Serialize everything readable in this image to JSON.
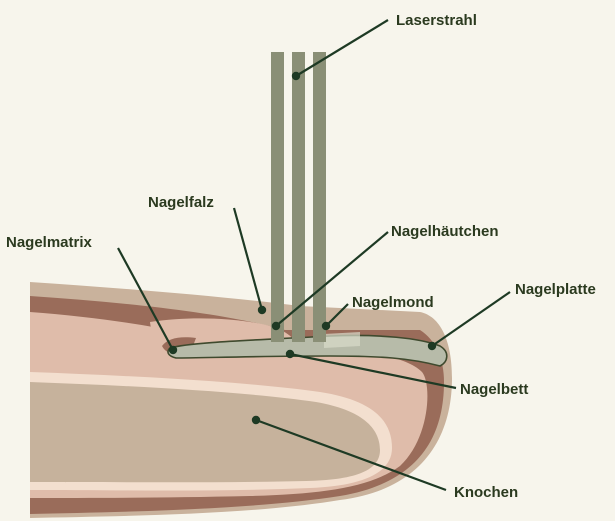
{
  "labels": {
    "laserstrahl": "Laserstrahl",
    "nagelfalz": "Nagelfalz",
    "nagelhaeutchen": "Nagelhäutchen",
    "nagelmatrix": "Nagelmatrix",
    "nagelmond": "Nagelmond",
    "nagelplatte": "Nagelplatte",
    "nagelbett": "Nagelbett",
    "knochen": "Knochen"
  },
  "colors": {
    "background": "#f7f5ec",
    "skin_outer": "#c9b29c",
    "skin_dark": "#9a6c5a",
    "tissue": "#dfbcaa",
    "bone_ring": "#f3dfcf",
    "bone": "#c6b29c",
    "nail_plate": "#b7bba9",
    "laser": "#8a8f76",
    "leader": "#1e3a24"
  }
}
